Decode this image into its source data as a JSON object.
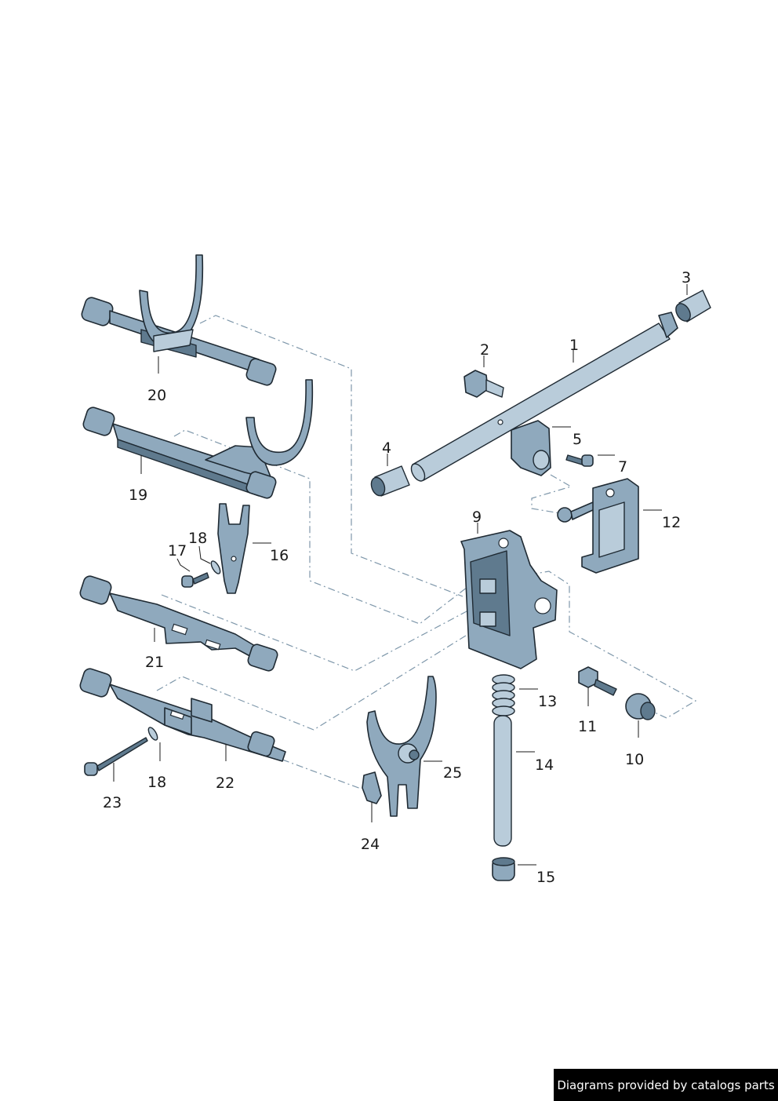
{
  "diagram": {
    "callouts": [
      "1",
      "2",
      "3",
      "4",
      "5",
      "7",
      "9",
      "10",
      "11",
      "12",
      "13",
      "14",
      "15",
      "16",
      "17",
      "18",
      "18",
      "19",
      "20",
      "21",
      "22",
      "23",
      "24",
      "25"
    ]
  },
  "footer": {
    "credit": "Diagrams provided by catalogs parts"
  }
}
